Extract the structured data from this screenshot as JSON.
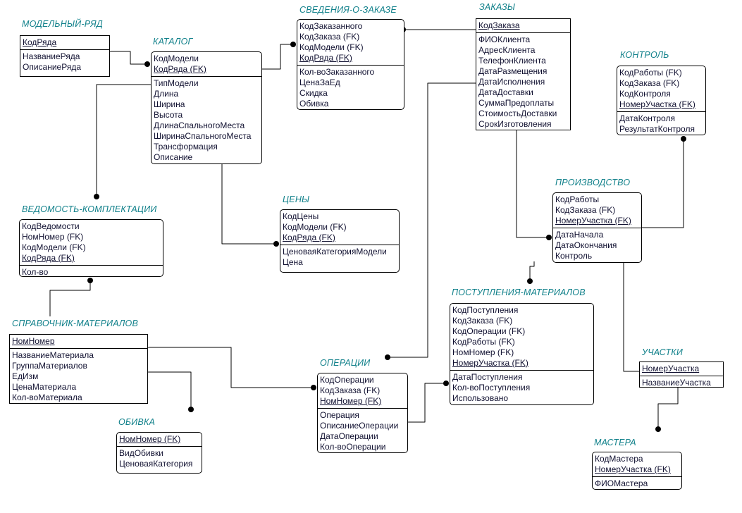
{
  "entities": {
    "modelny_ryad": {
      "title": "МОДЕЛЬНЫЙ-РЯД",
      "keys": [
        "КодРяда"
      ],
      "attrs": [
        "НазваниеРяда",
        "ОписаниеРяда"
      ]
    },
    "katalog": {
      "title": "КАТАЛОГ",
      "keys": [
        "КодМодели",
        "КодРяда (FK)"
      ],
      "attrs": [
        "ТипМодели",
        "Длина",
        "Ширина",
        "Высота",
        "ДлинаСпальногоМеста",
        "ШиринаСпальногоМеста",
        "Трансформация",
        "Описание"
      ]
    },
    "svedeniya": {
      "title": "СВЕДЕНИЯ-О-ЗАКАЗЕ",
      "keys": [
        "КодЗаказанного",
        "КодЗаказа (FK)",
        "КодМодели (FK)",
        "КодРяда (FK)"
      ],
      "attrs": [
        "Кол-воЗаказанного",
        "ЦенаЗаЕд",
        "Скидка",
        "Обивка"
      ]
    },
    "zakazy": {
      "title": "ЗАКАЗЫ",
      "keys": [
        "КодЗаказа"
      ],
      "attrs": [
        "ФИОКлиента",
        "АдресКлиента",
        "ТелефонКлиента",
        "ДатаРазмещения",
        "ДатаИсполнения",
        "ДатаДоставки",
        "СуммаПредоплаты",
        "СтоимостьДоставки",
        "СрокИзготовления"
      ]
    },
    "kontrol": {
      "title": "КОНТРОЛЬ",
      "keys": [
        "КодРаботы (FK)",
        "КодЗаказа (FK)",
        "КодКонтроля",
        "НомерУчастка (FK)"
      ],
      "attrs": [
        "ДатаКонтроля",
        "РезультатКонтроля"
      ]
    },
    "proizvodstvo": {
      "title": "ПРОИЗВОДСТВО",
      "keys": [
        "КодРаботы",
        "КодЗаказа (FK)",
        "НомерУчастка (FK)"
      ],
      "attrs": [
        "ДатаНачала",
        "ДатаОкончания",
        "Контроль"
      ]
    },
    "vedomost": {
      "title": "ВЕДОМОСТЬ-КОМПЛЕКТАЦИИ",
      "keys": [
        "КодВедомости",
        "НомНомер (FK)",
        "КодМодели (FK)",
        "КодРяда (FK)"
      ],
      "attrs": [
        "Кол-во"
      ]
    },
    "ceny": {
      "title": "ЦЕНЫ",
      "keys": [
        "КодЦены",
        "КодМодели (FK)",
        "КодРяда (FK)"
      ],
      "attrs": [
        "ЦеноваяКатегорияМодели",
        "Цена"
      ]
    },
    "postupleniya": {
      "title": "ПОСТУПЛЕНИЯ-МАТЕРИАЛОВ",
      "keys": [
        "КодПоступления",
        "КодЗаказа (FK)",
        "КодОперации (FK)",
        "КодРаботы (FK)",
        "НомНомер (FK)",
        "НомерУчастка (FK)"
      ],
      "attrs": [
        "ДатаПоступления",
        "Кол-воПоступления",
        "Использовано"
      ]
    },
    "spravochnik": {
      "title": "СПРАВОЧНИК-МАТЕРИАЛОВ",
      "keys": [
        "НомНомер"
      ],
      "attrs": [
        "НазваниеМатериала",
        "ГруппаМатериалов",
        "ЕдИзм",
        "ЦенаМатериала",
        "Кол-воМатериала"
      ]
    },
    "operacii": {
      "title": "ОПЕРАЦИИ",
      "keys": [
        "КодОперации",
        "КодЗаказа (FK)",
        "НомНомер (FK)"
      ],
      "attrs": [
        "Операция",
        "ОписаниеОперации",
        "ДатаОперации",
        "Кол-воОперации"
      ]
    },
    "uchastki": {
      "title": "УЧАСТКИ",
      "keys": [
        "НомерУчастка"
      ],
      "attrs": [
        "НазваниеУчастка"
      ]
    },
    "obivka": {
      "title": "ОБИВКА",
      "keys": [
        "НомНомер (FK)"
      ],
      "attrs": [
        "ВидОбивки",
        "ЦеноваяКатегория"
      ]
    },
    "mastera": {
      "title": "МАСТЕРА",
      "keys": [
        "КодМастера",
        "НомерУчастка (FK)"
      ],
      "attrs": [
        "ФИОМастера"
      ]
    }
  },
  "colors": {
    "title": "#10808a",
    "text": "#101030",
    "line": "#000000"
  }
}
